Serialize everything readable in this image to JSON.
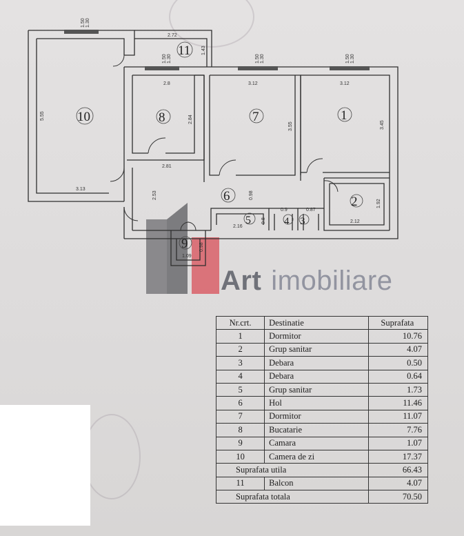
{
  "rooms": [
    {
      "num": "1"
    },
    {
      "num": "2"
    },
    {
      "num": "3"
    },
    {
      "num": "4"
    },
    {
      "num": "5"
    },
    {
      "num": "6"
    },
    {
      "num": "7"
    },
    {
      "num": "8"
    },
    {
      "num": "9"
    },
    {
      "num": "10"
    },
    {
      "num": "11"
    }
  ],
  "dimensions": {
    "win_10": "1.50\n1.30",
    "win_11": "1.50\n1.30",
    "win_7": "1.50\n1.30",
    "win_1": "1.50\n1.30",
    "r11_w": "2.72",
    "r11_h": "1.43",
    "r10_h": "5.55",
    "r10_w": "3.13",
    "r8_w": "2.8",
    "r8_h": "2.84",
    "r8_b": "2.81",
    "r7_w": "3.12",
    "r7_h": "3.55",
    "r1_w": "3.12",
    "r1_h": "3.45",
    "r6_h": "2.53",
    "r6_s": "0.98",
    "r2_h": "1.92",
    "r2_w": "2.12",
    "r5_w": "2.16",
    "r5_h": "0.8",
    "r4_w": "0.9",
    "r3_w": "0.87",
    "r9_w": "1.09",
    "r9_h": "0.98"
  },
  "brand": {
    "bold": "Art",
    "rest": "imobiliare"
  },
  "legend": {
    "headers": {
      "nr": "Nr.crt.",
      "dest": "Destinatie",
      "supr": "Suprafata"
    },
    "rows": [
      {
        "nr": "1",
        "dest": "Dormitor",
        "supr": "10.76"
      },
      {
        "nr": "2",
        "dest": "Grup sanitar",
        "supr": "4.07"
      },
      {
        "nr": "3",
        "dest": "Debara",
        "supr": "0.50"
      },
      {
        "nr": "4",
        "dest": "Debara",
        "supr": "0.64"
      },
      {
        "nr": "5",
        "dest": "Grup sanitar",
        "supr": "1.73"
      },
      {
        "nr": "6",
        "dest": "Hol",
        "supr": "11.46"
      },
      {
        "nr": "7",
        "dest": "Dormitor",
        "supr": "11.07"
      },
      {
        "nr": "8",
        "dest": "Bucatarie",
        "supr": "7.76"
      },
      {
        "nr": "9",
        "dest": "Camara",
        "supr": "1.07"
      },
      {
        "nr": "10",
        "dest": "Camera de zi",
        "supr": "17.37"
      }
    ],
    "utila": {
      "label": "Suprafata utila",
      "value": "66.43"
    },
    "balcon": {
      "nr": "11",
      "dest": "Balcon",
      "supr": "4.07"
    },
    "totala": {
      "label": "Suprafata totala",
      "value": "70.50"
    }
  }
}
